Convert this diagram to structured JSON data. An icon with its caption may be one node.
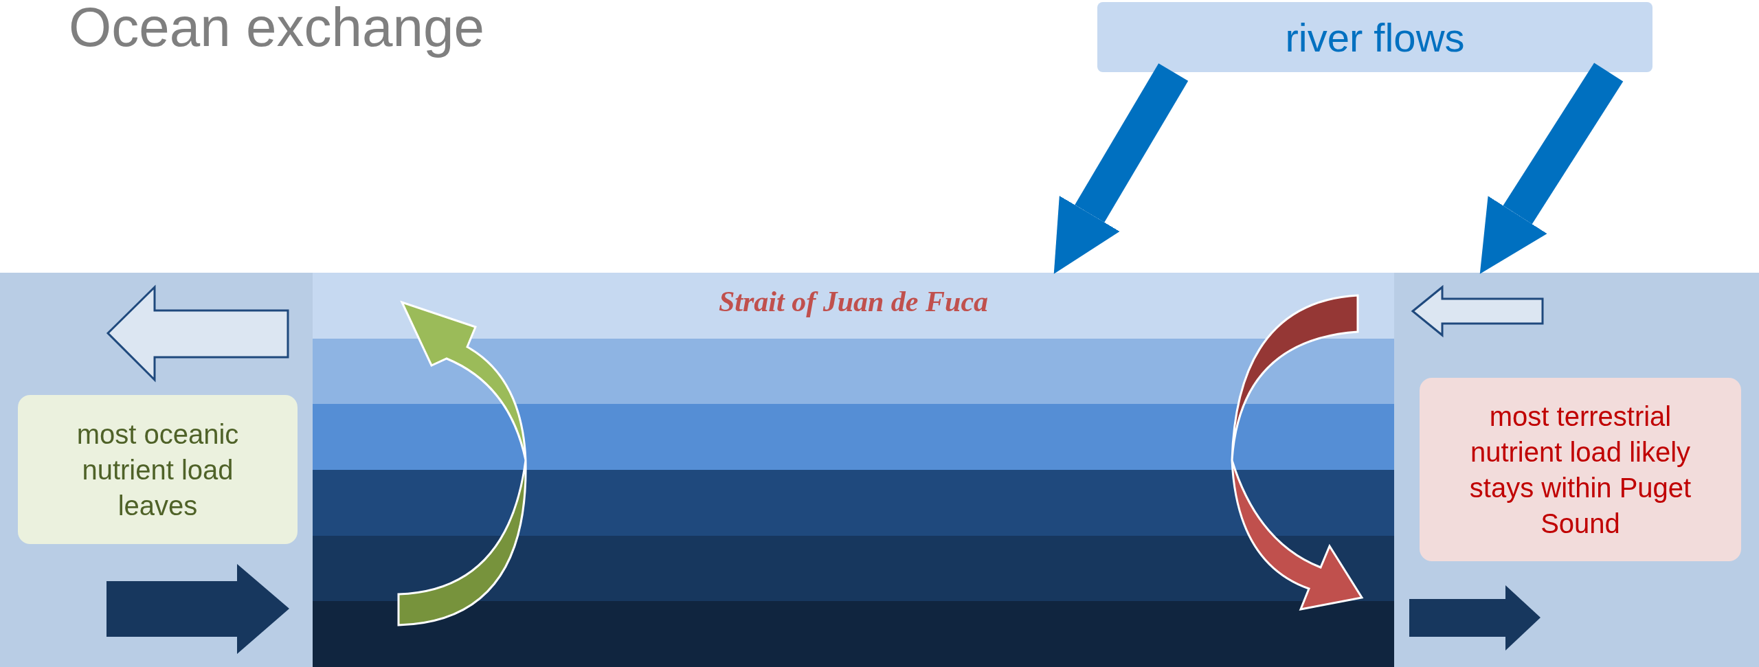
{
  "diagram": {
    "title": "Ocean exchange",
    "nodes": [
      {
        "text": [
          "river flows"
        ]
      },
      {
        "text": [
          "Strait of Juan de Fuca"
        ]
      },
      {
        "text": [],
        "shape": "box"
      },
      {
        "text": [
          "most oceanic nutrient load leaves"
        ],
        "in": 2
      },
      {
        "text": [],
        "shape": "box"
      },
      {
        "text": [
          "most terrestrial nutrient load likely stays within Puget Sound"
        ],
        "in": 4
      }
    ],
    "edges": [
      {
        "from": 0,
        "to": 1,
        "arrow": "to"
      },
      {
        "from": 0,
        "to": 4,
        "arrow": "to"
      }
    ]
  }
}
